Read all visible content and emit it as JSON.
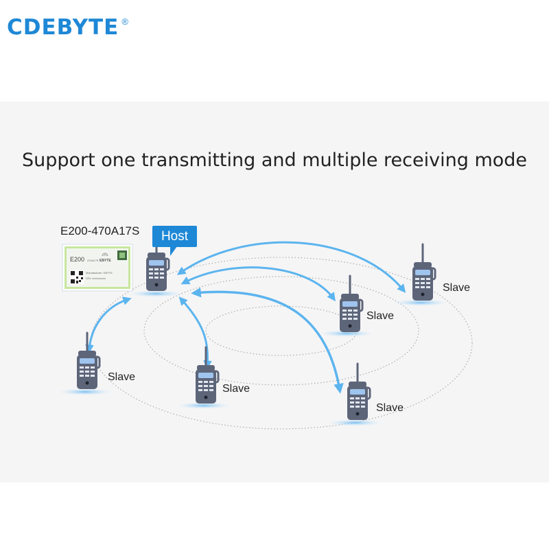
{
  "brand": {
    "name": "CDEBYTE",
    "registered": "®"
  },
  "headline": "Support one transmitting and multiple receiving mode",
  "module": {
    "label": "E200-470A17S",
    "chip_title": "E200",
    "chip_model": "470A17S",
    "chip_brand": "EBYTE",
    "chip_manufacturer": "Manufacturer: EBYTE",
    "chip_sn": "S/N: xxxxxxxxxx"
  },
  "host": {
    "label": "Host"
  },
  "slaves": [
    {
      "label": "Slave"
    },
    {
      "label": "Slave"
    },
    {
      "label": "Slave"
    },
    {
      "label": "Slave"
    },
    {
      "label": "Slave"
    }
  ],
  "colors": {
    "brand": "#1e88d6",
    "arrow": "#5bb4ee",
    "radio_body": "#5d6579",
    "screen": "#9fc4ee",
    "shadow": "#a9d6f5"
  }
}
